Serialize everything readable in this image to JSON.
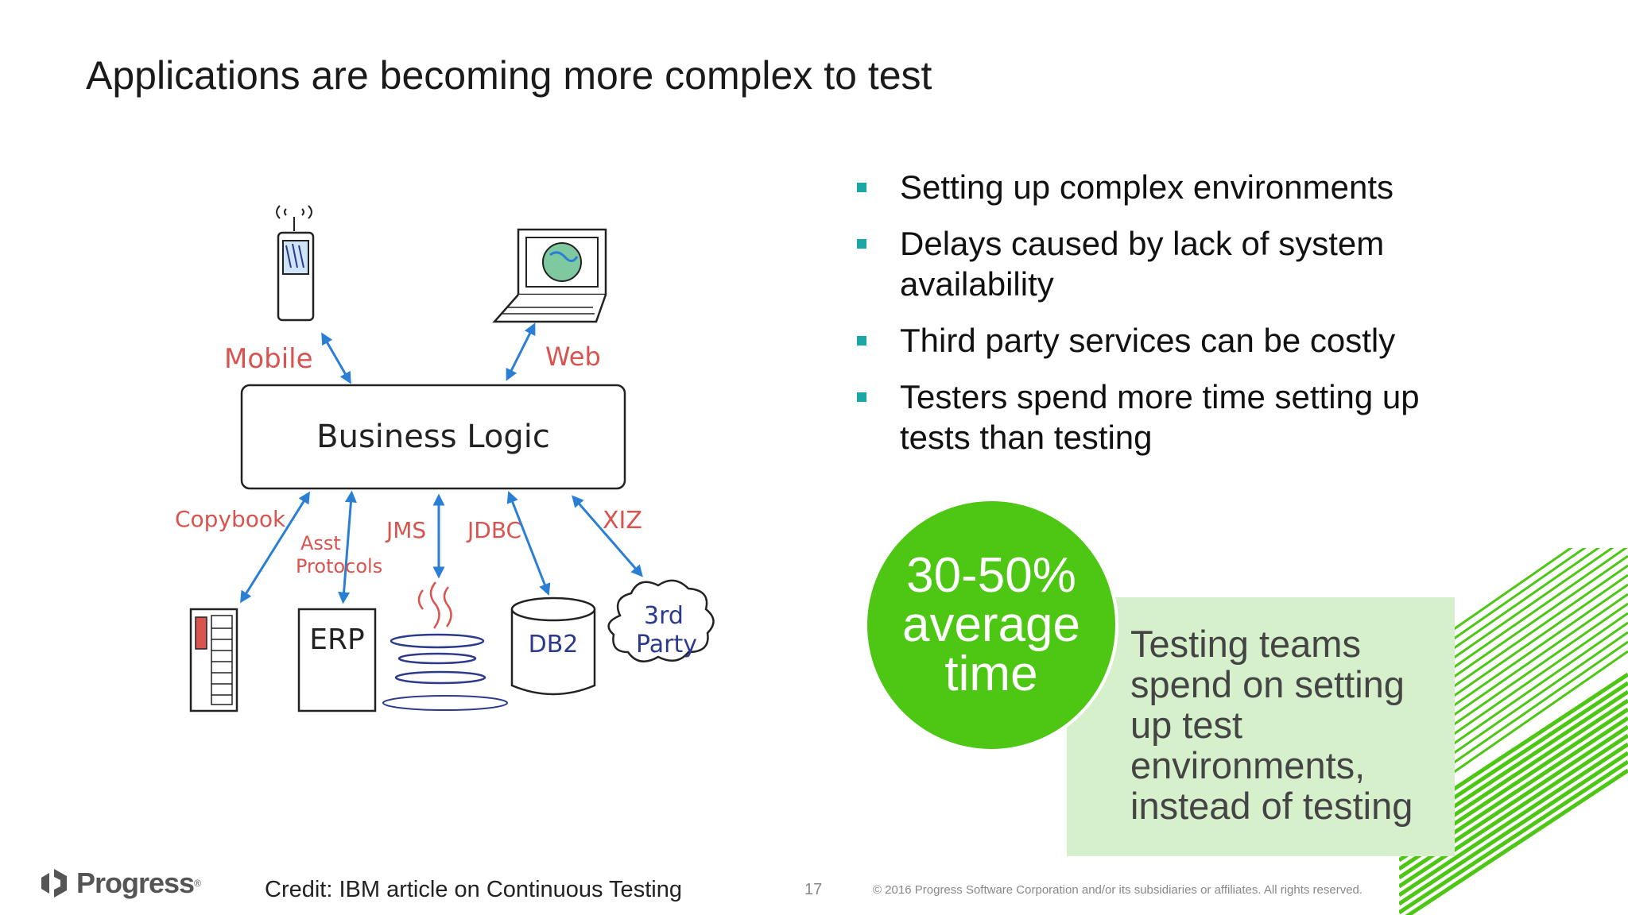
{
  "slide": {
    "title": "Applications are becoming more complex to test",
    "bullets": [
      "Setting up complex environments",
      "Delays caused by lack of system availability",
      "Third party services can be costly",
      "Testers spend more time setting up tests than testing"
    ],
    "stat": {
      "line1": "30-50%",
      "line2": "average",
      "line3": "time"
    },
    "stat_caption": "Testing teams spend on setting up test environments, instead of testing",
    "credit": "Credit: IBM article on Continuous Testing",
    "page_number": "17",
    "copyright": "© 2016 Progress Software Corporation and/or its subsidiaries or affiliates. All rights reserved.",
    "logo_text": "Progress",
    "logo_reg": "®"
  },
  "diagram": {
    "labels": {
      "mobile": "Mobile",
      "web": "Web",
      "business_logic": "Business Logic",
      "copybook": "Copybook",
      "asst_protocols_1": "Asst",
      "asst_protocols_2": "Protocols",
      "jms": "JMS",
      "jdbc": "JDBC",
      "xiz": "XIZ",
      "erp": "ERP",
      "db2": "DB2",
      "third_party_1": "3rd",
      "third_party_2": "Party"
    }
  },
  "colors": {
    "accent_teal": "#1ba7a5",
    "stat_green": "#4dc614",
    "box_green": "#d6f0cc",
    "stripe_green": "#4dc614"
  }
}
